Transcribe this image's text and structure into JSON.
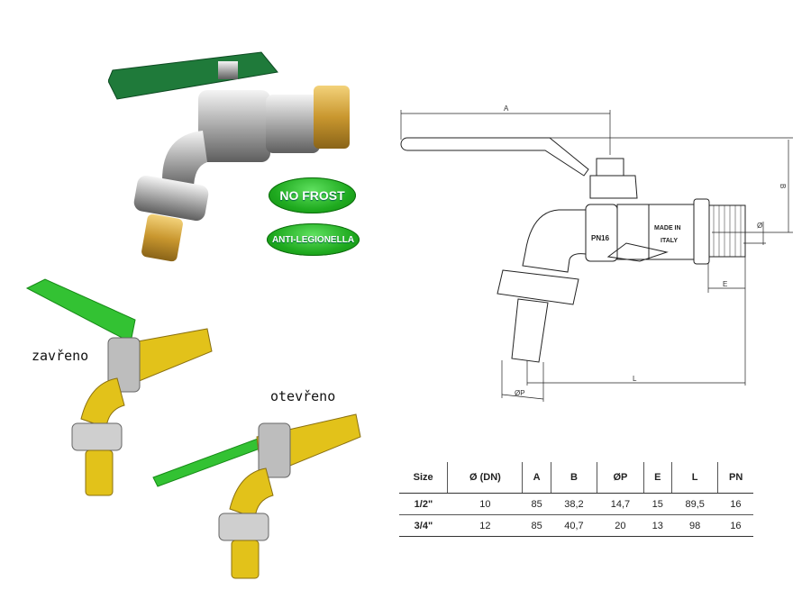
{
  "badges": {
    "no_frost": "NO FROST",
    "anti_legionella": "ANTI-LEGIONELLA"
  },
  "states": {
    "closed": "zavřeno",
    "open": "otevřeno"
  },
  "drawing": {
    "dim_a": "A",
    "dim_b": "B",
    "dim_diameter": "Ø",
    "dim_e": "E",
    "dim_l": "L",
    "dim_p": "ØP",
    "body_mark": "PN16",
    "origin_line1": "MADE IN",
    "origin_line2": "ITALY"
  },
  "table": {
    "headers": [
      "Size",
      "Ø (DN)",
      "A",
      "B",
      "ØP",
      "E",
      "L",
      "PN"
    ],
    "rows": [
      [
        "1/2\"",
        "10",
        "85",
        "38,2",
        "14,7",
        "15",
        "89,5",
        "16"
      ],
      [
        "3/4\"",
        "12",
        "85",
        "40,7",
        "20",
        "13",
        "98",
        "16"
      ]
    ]
  },
  "colors": {
    "handle_green": "#1f7a3a",
    "badge_green": "#22b022",
    "brass": "#d9b23a"
  }
}
